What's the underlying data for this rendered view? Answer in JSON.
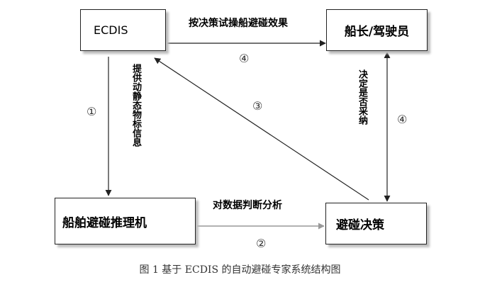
{
  "nodes": {
    "ecdis": "ECDIS",
    "captain": "船长/驾驶员",
    "inference_engine": "船舶避碰推理机",
    "decision": "避碰决策"
  },
  "edges": {
    "provide_info": "提供动静态物标信息",
    "analyze": "对数据判断分析",
    "decide": "决定是否采纳",
    "test_effect": "按决策试操船避碰效果"
  },
  "markers": {
    "step1": "①",
    "step2": "②",
    "step3": "③",
    "step4_top": "④",
    "step4_right": "④"
  },
  "caption": "图 1  基于 ECDIS 的自动避碰专家系统结构图"
}
